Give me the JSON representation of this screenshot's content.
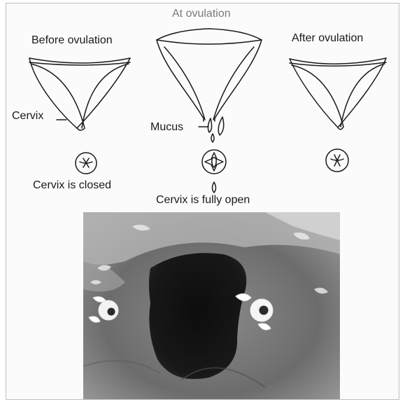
{
  "diagram": {
    "titles": {
      "before": "Before ovulation",
      "at": "At ovulation",
      "after": "After ovulation"
    },
    "labels": {
      "cervix": "Cervix",
      "mucus": "Mucus",
      "cervix_closed": "Cervix is closed",
      "cervix_open": "Cervix is fully open"
    }
  },
  "colors": {
    "ink": "#1a1a1a",
    "photo_dark": "#141414",
    "photo_mid": "#6f6f6f",
    "photo_light": "#b9b9b9"
  }
}
